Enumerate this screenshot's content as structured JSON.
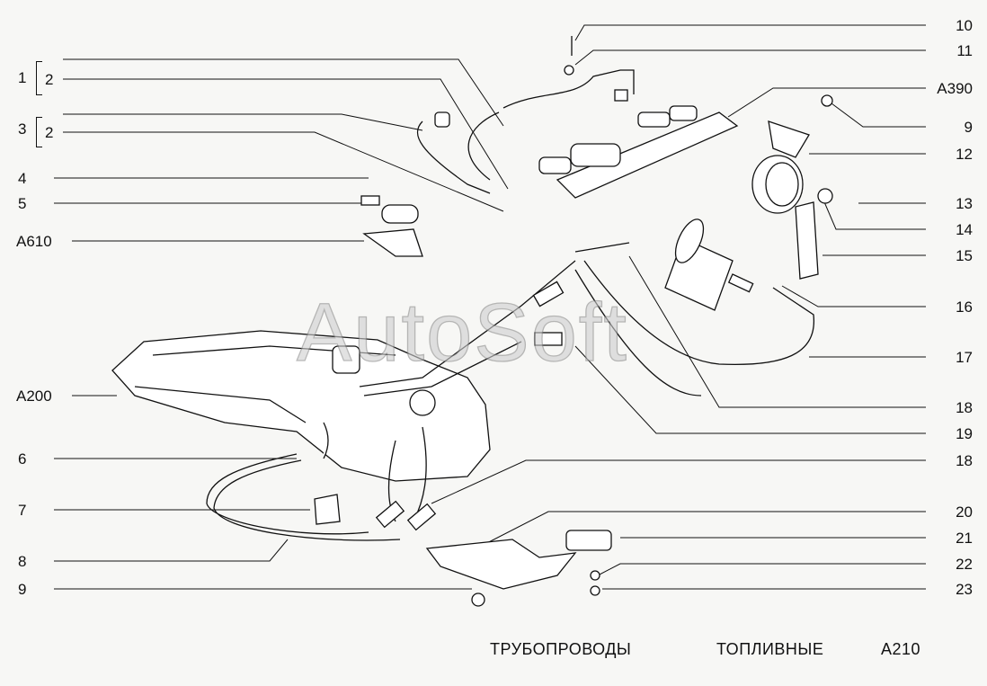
{
  "watermark": "AutoSoft",
  "left_labels": {
    "l1": "1",
    "l1b": "2",
    "l3": "3",
    "l3b": "2",
    "l4": "4",
    "l5": "5",
    "a610": "A610",
    "a200": "A200",
    "l6": "6",
    "l7": "7",
    "l8": "8",
    "l9": "9"
  },
  "right_labels": {
    "r10": "10",
    "r11": "11",
    "a390": "A390",
    "r9": "9",
    "r12": "12",
    "r13": "13",
    "r14": "14",
    "r15": "15",
    "r16": "16",
    "r17": "17",
    "r18a": "18",
    "r19": "19",
    "r18b": "18",
    "r20": "20",
    "r21": "21",
    "r22": "22",
    "r23": "23"
  },
  "footer": {
    "word1": "ТРУБОПРОВОДЫ",
    "word2": "ТОПЛИВНЫЕ",
    "code": "A210"
  }
}
